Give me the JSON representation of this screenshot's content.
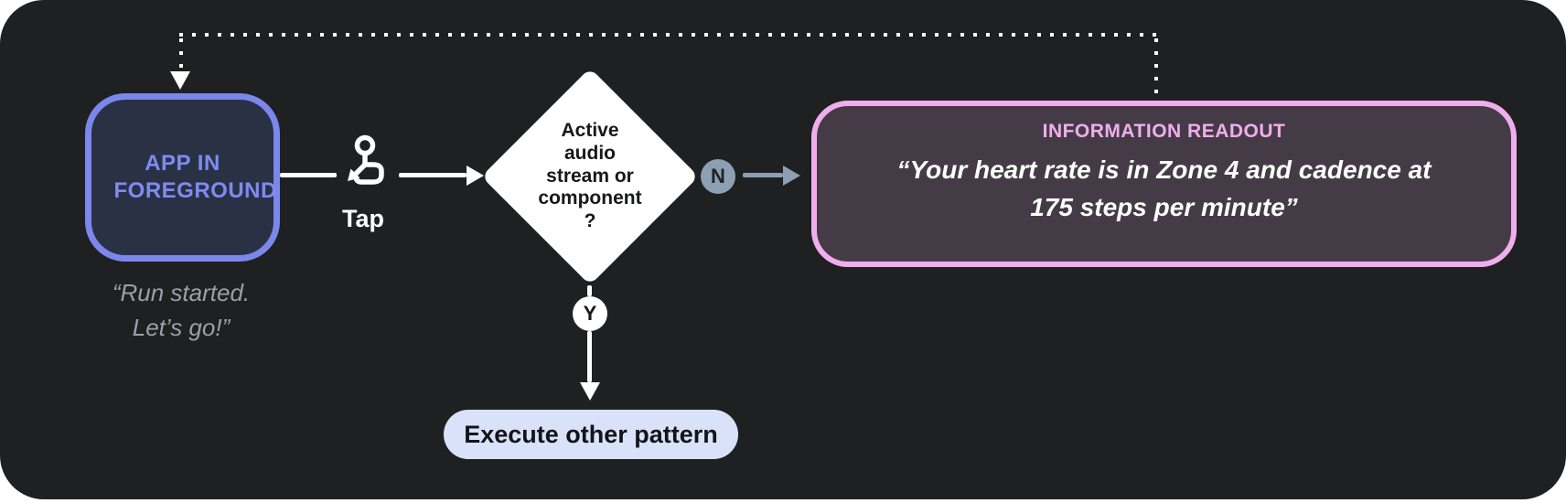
{
  "colors": {
    "background": "#1f2021",
    "flow_line": "#ffffff",
    "app_border": "#7b87ea",
    "app_fill": "#2b3144",
    "app_text": "#7d8bf2",
    "caption_text": "#9aa0a6",
    "decision_fill": "#ffffff",
    "no_branch": "#8da0b3",
    "yes_branch": "#ffffff",
    "info_border": "#f0aeec",
    "info_fill": "#453b47",
    "info_title": "#f0aeec",
    "pill_fill": "#d9e2f9"
  },
  "flow": {
    "app_node": {
      "label": "APP IN FOREGROUND",
      "caption_line1": "“Run started.",
      "caption_line2": "Let’s go!”"
    },
    "tap_edge": {
      "label": "Tap",
      "icon": "tap-gesture-icon"
    },
    "decision_node": {
      "lines": [
        "Active",
        "audio",
        "stream or",
        "component",
        "?"
      ]
    },
    "no_branch": {
      "label": "N"
    },
    "yes_branch": {
      "label": "Y"
    },
    "info_node": {
      "title": "INFORMATION READOUT",
      "quote_line1": "“Your heart rate is in Zone 4 and cadence at",
      "quote_line2": "175 steps per minute”"
    },
    "execute_node": {
      "label": "Execute other pattern"
    }
  }
}
